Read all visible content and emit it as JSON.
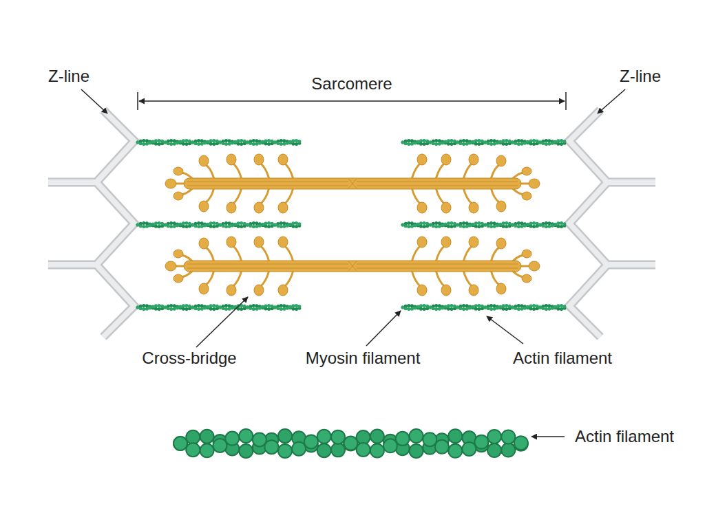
{
  "diagram": {
    "labels": [
      "Z-line",
      "Sarcomere",
      "Z-line",
      "Cross-bridge",
      "Myosin filament",
      "Actin filament",
      "Actin filament"
    ]
  }
}
